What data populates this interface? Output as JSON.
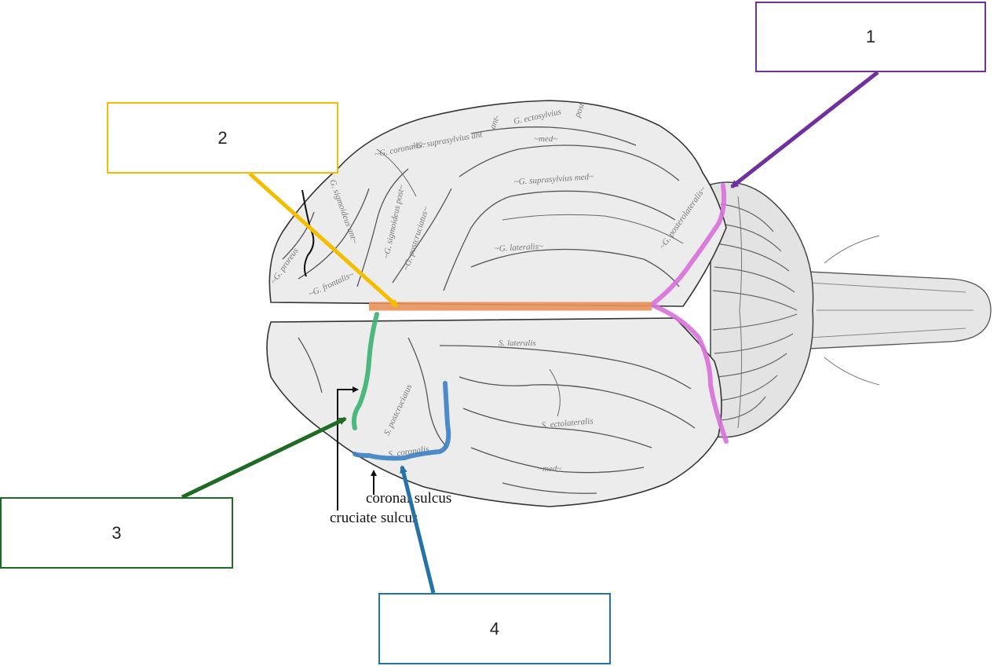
{
  "labels": {
    "box1": "1",
    "box2": "2",
    "box3": "3",
    "box4": "4"
  },
  "annotations": {
    "coronal": "coronal sulcus",
    "cruciate": "cruciate sulcus"
  },
  "gyri": {
    "ectosylvius": "G. ectosylvius",
    "ectosylvius_med": "~med~",
    "ant": "ant-",
    "post": "post",
    "suprasylvius_ant": "~G. suprasylvius ant",
    "coronalis": "~G. coronalis~",
    "suprasylvius_med": "~G. suprasylvius med~",
    "sigmoideus_ant": "G. sigmoideus ant~",
    "sigmoideus_post": "~G. sigmoideus post~",
    "postcruciatus": "~G. postcruciatus~",
    "lateralis": "~G. lateralis~",
    "proreus": "~G. proreus",
    "frontalis": "~G. frontalis~",
    "posterolateralis": "~G. posterolateralis~",
    "s_lateralis": "S. lateralis",
    "s_postcruciatus": "S. postcruciatus",
    "s_coronalis": "S. coronalis",
    "s_ectolateralis": "S. ectolateralis",
    "med": "~med~"
  },
  "colors": {
    "box1": "#7030a0",
    "box2": "#f5bd00",
    "box3": "#1e6b24",
    "box4": "#2572a8",
    "line_magenta": "#d870d8",
    "line_orange": "#e8925a",
    "line_green": "#3cb371",
    "line_blue": "#3b7fc4"
  }
}
